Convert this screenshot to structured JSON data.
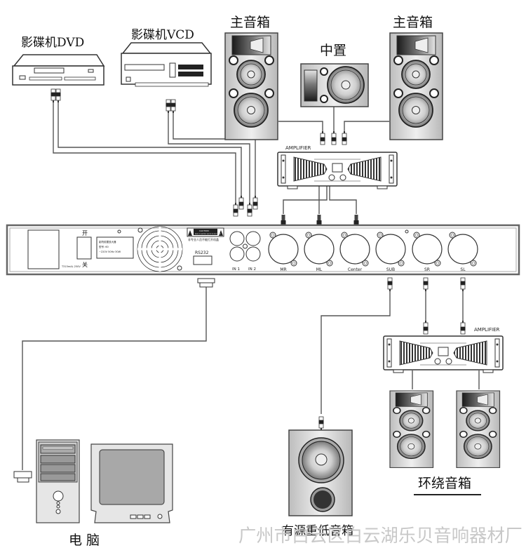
{
  "title": "家庭影院连接示意图",
  "sources": {
    "dvd": {
      "label": "影碟机DVD"
    },
    "vcd": {
      "label": "影碟机VCD"
    }
  },
  "front_speakers": {
    "main_left": {
      "label": "主音箱"
    },
    "center": {
      "label": "中置"
    },
    "main_right": {
      "label": "主音箱"
    }
  },
  "amplifiers": {
    "front": {
      "label": "AMPLIFIER"
    },
    "surround": {
      "label": "AMPLIFIER"
    }
  },
  "rear_panel": {
    "power_label_top": "开",
    "power_label_bottom": "关",
    "fuse_label": "T315mAL 250V",
    "nameplate_lines": [
      "影院前置放大器",
      "型号: 60",
      "~220V 50Hz 30W"
    ],
    "caution_label": "CAUTION",
    "caution_sub": "RISK OF ELECTRIC SHOCK DO NOT OPEN",
    "caution_cn": "非专业人员不能打开机盖",
    "rs232_label": "RS232",
    "inputs": [
      "IN 1",
      "IN 2"
    ],
    "outputs": [
      "MR",
      "ML",
      "Center",
      "SUB",
      "SR",
      "SL"
    ]
  },
  "subwoofer": {
    "label": "有源重低音箱"
  },
  "surround_speakers": {
    "label": "环绕音箱"
  },
  "computer": {
    "label": "电 脑"
  },
  "watermark": "广州市白云区白云湖乐贝音响器材厂"
}
